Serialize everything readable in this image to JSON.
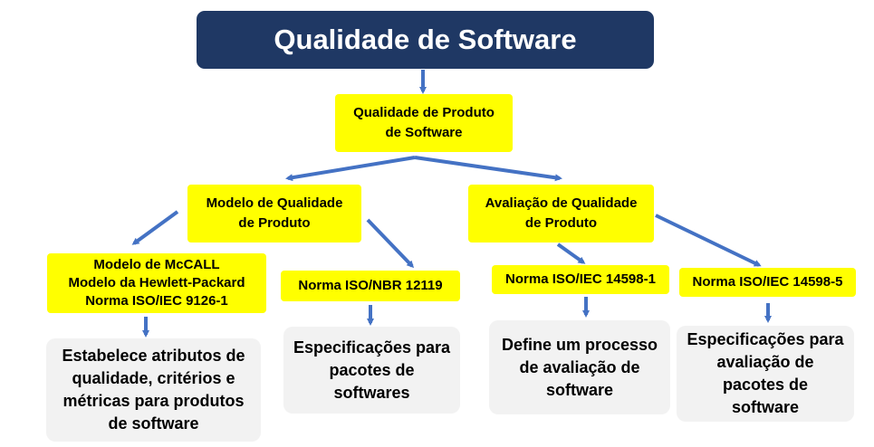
{
  "title": "Qualidade de Software",
  "nodes": {
    "produto": "Qualidade de Produto\nde Software",
    "modelo": "Modelo de Qualidade\nde Produto",
    "avaliacao": "Avaliação de Qualidade\nde Produto",
    "mccall": "Modelo de McCALL\nModelo da Hewlett-Packard\nNorma ISO/IEC 9126-1",
    "nbr12119": "Norma ISO/NBR 12119",
    "iec14598_1": "Norma ISO/IEC 14598-1",
    "iec14598_5": "Norma ISO/IEC 14598-5"
  },
  "descriptions": {
    "mccall_desc": "Estabelece atributos de\nqualidade, critérios e\nmétricas para produtos\nde software",
    "nbr12119_desc": "Especificações para\npacotes de\nsoftwares",
    "iec14598_1_desc": "Define um processo\nde avaliação de\nsoftware",
    "iec14598_5_desc": "Especificações para\navaliação de\npacotes de\nsoftware"
  },
  "colors": {
    "title_bg": "#1f3864",
    "node_bg": "#ffff00",
    "desc_bg": "#f2f2f2",
    "arrow": "#4472c4"
  }
}
